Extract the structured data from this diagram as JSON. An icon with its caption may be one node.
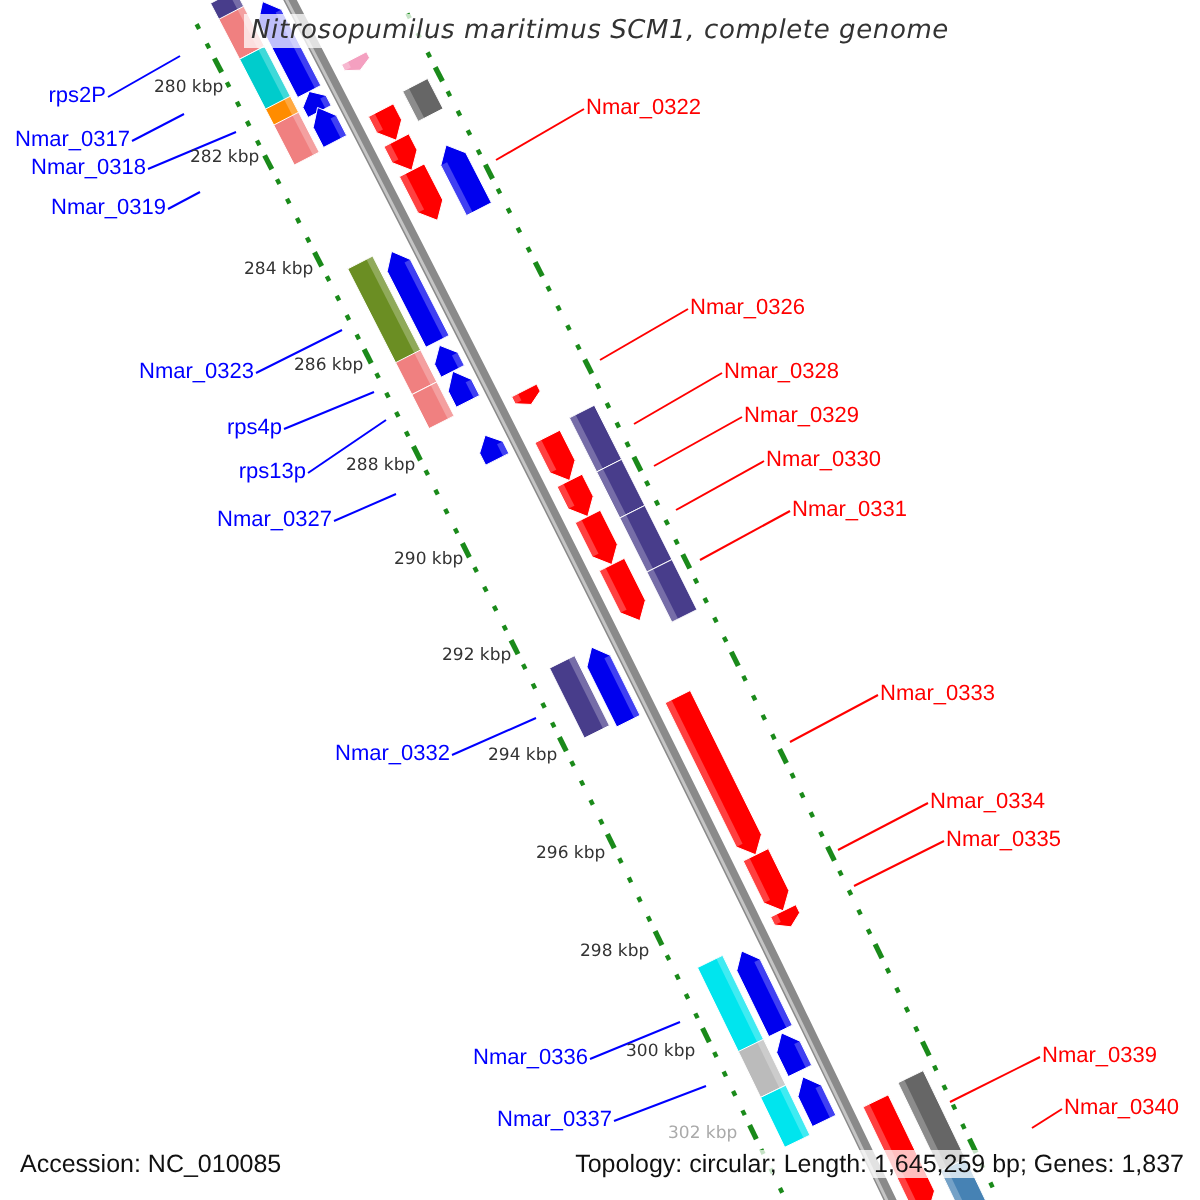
{
  "diagram": {
    "title": "Nitrosopumilus maritimus SCM1, complete genome",
    "nodes": [
      {
        "text": [
          "rps2P"
        ]
      },
      {
        "text": [
          "Nmar_0322"
        ]
      },
      {
        "text": [
          "Nmar_0317"
        ]
      },
      {
        "text": [
          "Nmar_0318"
        ]
      },
      {
        "text": [
          "Nmar_0319"
        ]
      },
      {
        "text": [
          "Nmar_0326"
        ]
      },
      {
        "text": [
          "Nmar_0323"
        ]
      },
      {
        "text": [
          "Nmar_0328"
        ]
      },
      {
        "text": [
          "Nmar_0329"
        ]
      },
      {
        "text": [
          "rps4p"
        ]
      },
      {
        "text": [
          "Nmar_0330"
        ]
      },
      {
        "text": [
          "rps13p"
        ]
      },
      {
        "text": [
          "Nmar_0331"
        ]
      },
      {
        "text": [
          "Nmar_0327"
        ]
      },
      {
        "text": [
          "Nmar_0333"
        ]
      },
      {
        "text": [
          "Nmar_0332"
        ]
      },
      {
        "text": [
          "Nmar_0334"
        ]
      },
      {
        "text": [
          "Nmar_0335"
        ]
      },
      {
        "text": [
          "Nmar_0339"
        ]
      },
      {
        "text": [
          "Nmar_0336"
        ]
      },
      {
        "text": [
          "Nmar_0340"
        ]
      },
      {
        "text": [
          "Nmar_0337"
        ]
      }
    ],
    "edges": [
      {
        "from": 0,
        "to": null,
        "arrow": "none"
      },
      {
        "from": 1,
        "to": null,
        "arrow": "none",
        "color": "#ff0000"
      },
      {
        "from": 2,
        "to": null,
        "arrow": "none"
      },
      {
        "from": 3,
        "to": null,
        "arrow": "none"
      },
      {
        "from": 4,
        "to": null,
        "arrow": "none"
      },
      {
        "from": 5,
        "to": null,
        "arrow": "none",
        "color": "#ff0000"
      },
      {
        "from": 6,
        "to": null,
        "arrow": "none"
      },
      {
        "from": 7,
        "to": null,
        "arrow": "none",
        "color": "#ff0000"
      },
      {
        "from": 8,
        "to": null,
        "arrow": "none",
        "color": "#ff0000"
      },
      {
        "from": 9,
        "to": null,
        "arrow": "none"
      },
      {
        "from": 10,
        "to": null,
        "arrow": "none",
        "color": "#ff0000"
      },
      {
        "from": 11,
        "to": null,
        "arrow": "none"
      },
      {
        "from": 12,
        "to": null,
        "arrow": "none",
        "color": "#ff0000"
      },
      {
        "from": 13,
        "to": null,
        "arrow": "none"
      },
      {
        "from": 14,
        "to": null,
        "arrow": "none",
        "color": "#ff0000"
      },
      {
        "from": 15,
        "to": null,
        "arrow": "none"
      },
      {
        "from": 16,
        "to": null,
        "arrow": "none",
        "color": "#ff0000"
      },
      {
        "from": 17,
        "to": null,
        "arrow": "none",
        "color": "#ff0000"
      },
      {
        "from": 18,
        "to": null,
        "arrow": "none",
        "color": "#ff0000"
      },
      {
        "from": 19,
        "to": null,
        "arrow": "none"
      },
      {
        "from": 20,
        "to": null,
        "arrow": "none",
        "color": "#ff0000"
      },
      {
        "from": 21,
        "to": null,
        "arrow": "none"
      }
    ],
    "labels": [
      "280 kbp",
      "282 kbp",
      "284 kbp",
      "286 kbp",
      "288 kbp",
      "290 kbp",
      "292 kbp",
      "294 kbp",
      "296 kbp",
      "298 kbp",
      "300 kbp",
      "302 kbp",
      "Accession: NC_010085",
      "Topology: circular; Length: 1,645,259 bp; Genes: 1,837"
    ]
  }
}
